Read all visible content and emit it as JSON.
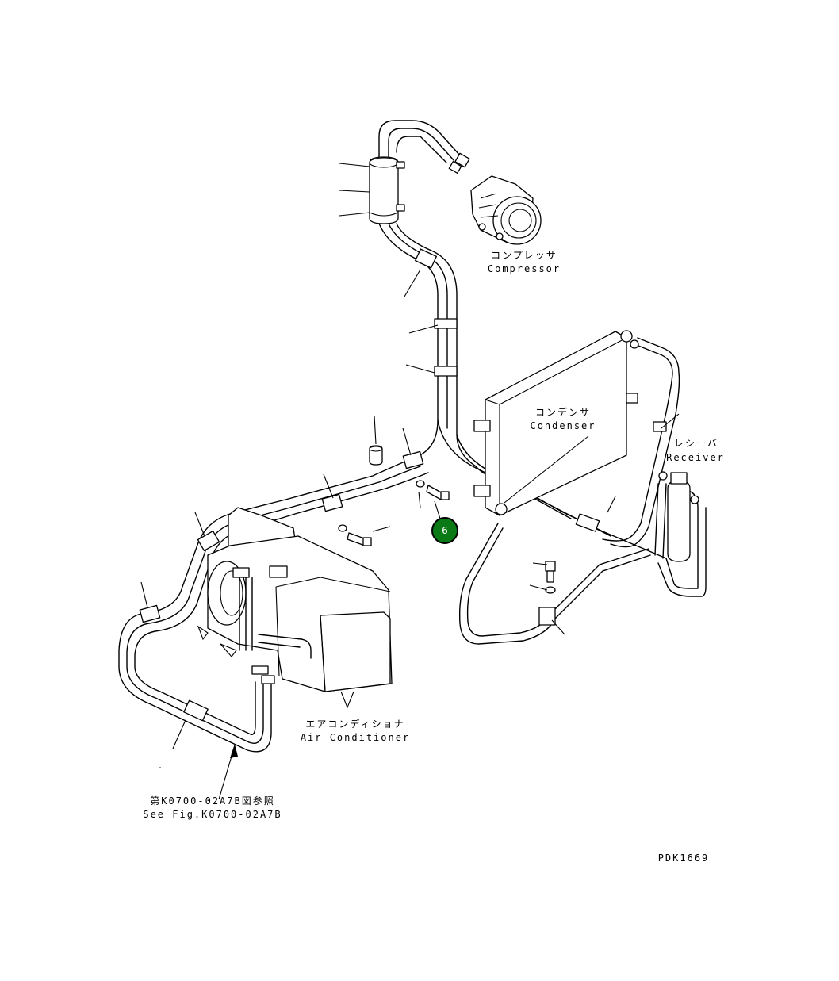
{
  "labels": {
    "compressor_jp": "コンプレッサ",
    "compressor_en": "Compressor",
    "condenser_jp": "コンデンサ",
    "condenser_en": "Condenser",
    "receiver_jp": "レシーバ",
    "receiver_en": "Receiver",
    "aircon_jp": "エアコンディショナ",
    "aircon_en": "Air Conditioner",
    "ref_jp": "第K0700-02A7B図参照",
    "ref_en": "See Fig.K0700-02A7B",
    "drawing_code": "PDK1669"
  },
  "callout": {
    "number": "6",
    "color": "#0a7a16"
  }
}
